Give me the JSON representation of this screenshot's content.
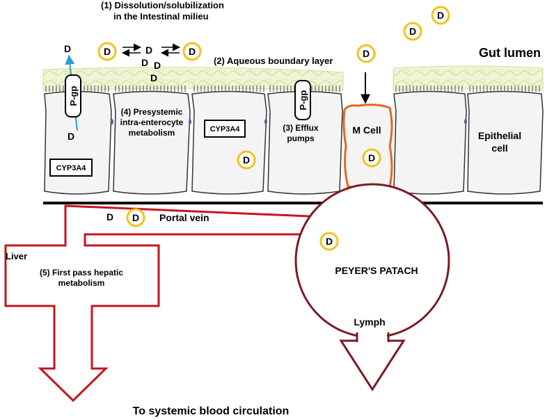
{
  "title_step1_line1": "(1)  Dissolution/solubilization",
  "title_step1_line2": "in the Intestinal milieu",
  "gut_lumen": "Gut lumen",
  "step2": "(2) Aqueous boundary layer",
  "step3_line1": "(3) Efflux",
  "step3_line2": "pumps",
  "step4_line1": "(4) Presystemic",
  "step4_line2": "intra-enterocyte",
  "step4_line3": "metabolism",
  "step5_line1": "(5) First pass hepatic",
  "step5_line2": "metabolism",
  "liver": "Liver",
  "portal_vein": "Portal vein",
  "peyers_patch": "PEYER'S PATACH",
  "lymph": "Lymph",
  "systemic": "To systemic blood circulation",
  "m_cell": "M Cell",
  "epithelial_line1": "Epithelial",
  "epithelial_line2": "cell",
  "pgp": "P-gp",
  "cyp": "CYP3A4",
  "drug": "D",
  "colors": {
    "drug_ring": "#f2c21b",
    "vein_red": "#c8141e",
    "lymph_maroon": "#7a1a22",
    "m_cell_border": "#e8661e",
    "efflux_arrow": "#2a9fd8",
    "mucus": "#d7e6a6"
  }
}
